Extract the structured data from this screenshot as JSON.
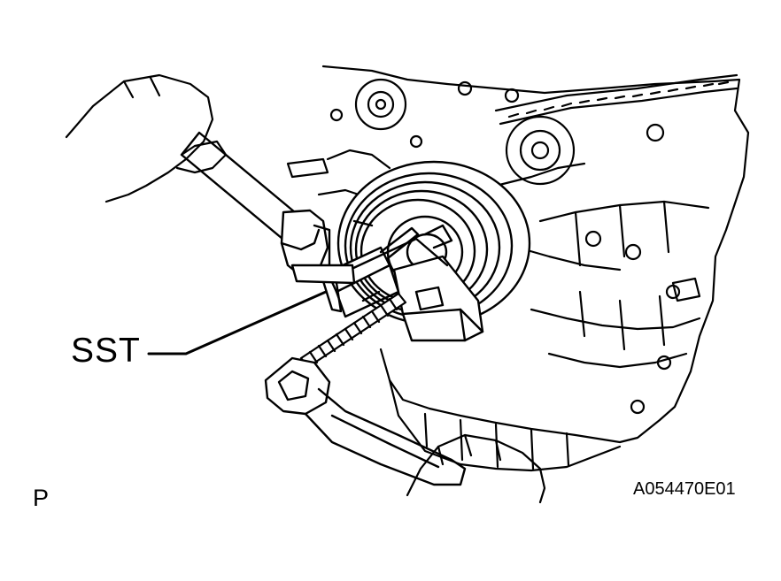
{
  "callout": {
    "label": "SST"
  },
  "view_letter": "P",
  "figure_code": "A054470E01",
  "colors": {
    "ink": "#000000",
    "paper": "#ffffff"
  }
}
